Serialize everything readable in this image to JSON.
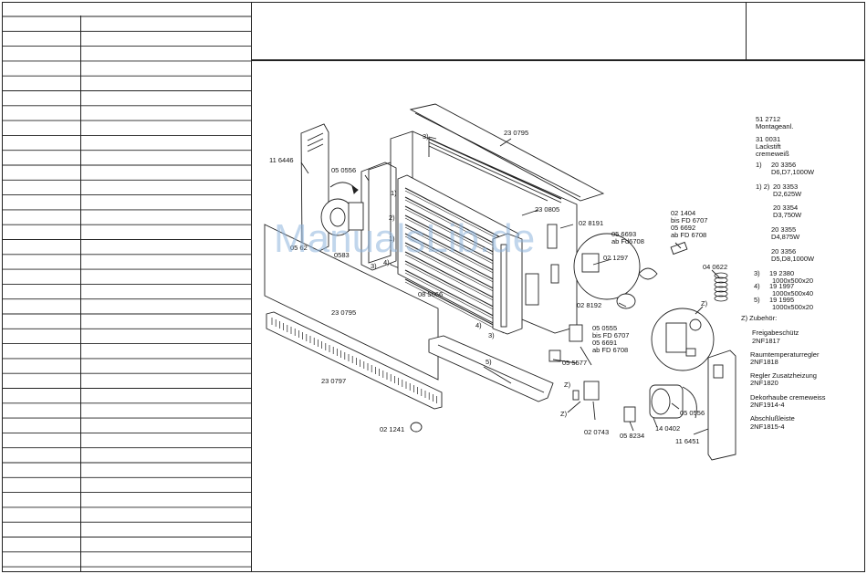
{
  "watermark": "ManualsLib.de",
  "parts": {
    "p230795a": "23 0795",
    "p230795b": "23 0795",
    "p230797": "23 0797",
    "p230805": "23 0805",
    "p116446": "11 6446",
    "p050556a": "05 0556",
    "p050556b": "05 0556",
    "p0562": "05 62",
    "p0583": "0583",
    "p085066": "08 5066",
    "p021241": "02 1241",
    "p028191": "02 8191",
    "p028192": "02 8192",
    "p021404": "02 1404",
    "p021404b": "bis FD 6707",
    "p056692": "05 6692",
    "p056692b": "ab FD 6708",
    "p056693": "05 6693",
    "p056693b": "ab Fd6708",
    "p021297": "02 1297",
    "p040622": "04 0622",
    "p050555": "05 0555",
    "p050555b": "bis FD 6707",
    "p056691": "05 6691",
    "p056691b": "ab FD 6708",
    "p055577": "05 5577",
    "p020743": "02 0743",
    "p058234": "05 8234",
    "p140402": "14 0402",
    "p116451": "11 6451",
    "m3a": "3)",
    "m1a": "1)",
    "m2a": "2)",
    "m1b": "1)",
    "m3b": "3)",
    "m4a": "4)",
    "m4b": "4)",
    "m3c": "3)",
    "m5a": "5)",
    "z1": "Z)",
    "z2": "Z)",
    "z3": "Z)"
  },
  "legend": {
    "l1": "51 2712",
    "l2": "Montageanl.",
    "l3": "31 0031",
    "l4": "Lackstift",
    "l5": "cremeweiß",
    "l6a": "1)",
    "l6b": "20 3356",
    "l7": "D6,D7,1000W",
    "l8a": "1) 2)",
    "l8b": "20 3353",
    "l9": "D2,625W",
    "l10": "20 3354",
    "l11": "D3,750W",
    "l12": "20 3355",
    "l13": "D4,875W",
    "l14": "20 3356",
    "l15": "D5,D8,1000W",
    "l16a": "3)",
    "l16b": "19 2380",
    "l17": "1000x500x20",
    "l18a": "4)",
    "l18b": "19 1997",
    "l19": "1000x500x40",
    "l20a": "5)",
    "l20b": "19 1995",
    "l21": "1000x500x20",
    "l22": "Z) Zubehör:",
    "l23": "Freigabeschütz",
    "l24": "2NF1817",
    "l25": "Raumtemperaturregler",
    "l26": "2NF1818",
    "l27": "Regler Zusatzheizung",
    "l28": "2NF1820",
    "l29": "Dekorhaube cremeweiss",
    "l30": "2NF1914-4",
    "l31": "Abschlußleiste",
    "l32": "2NF1815-4"
  }
}
